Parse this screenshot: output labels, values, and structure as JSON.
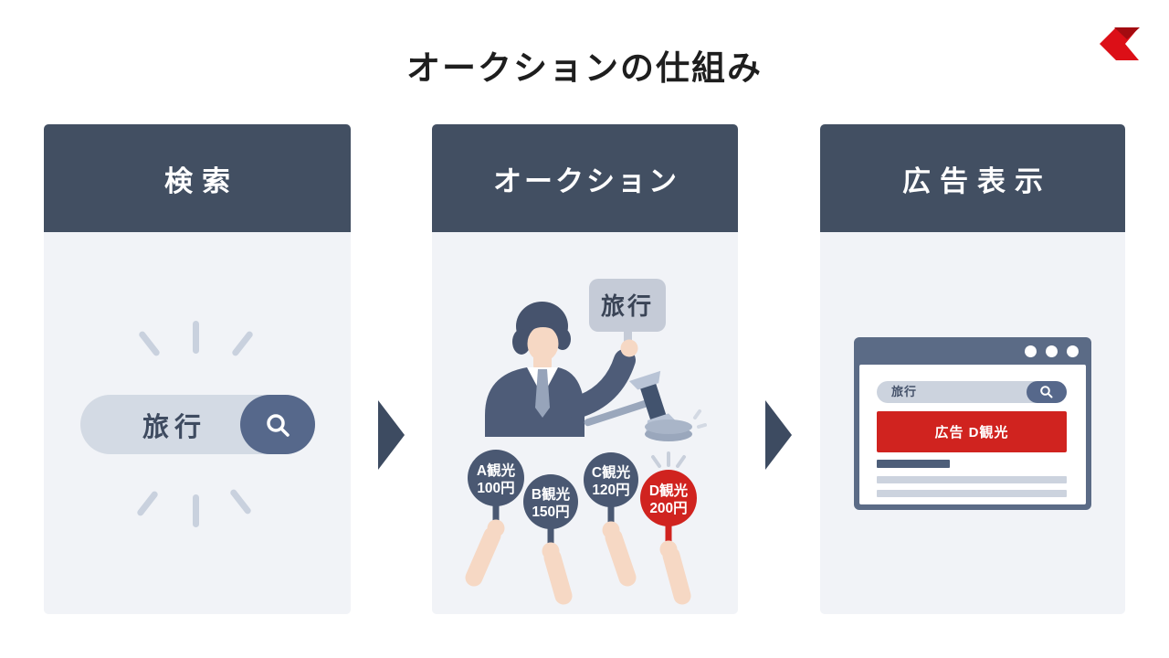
{
  "page": {
    "title": "オークションの仕組み"
  },
  "logo": {
    "name": "brand-mark",
    "color": "#dc0f17",
    "color_dark": "#a30b10"
  },
  "colors": {
    "header_slate": "#424f62",
    "panel_bg": "#f1f3f7",
    "arrow_navy": "#3d4b61",
    "pill_light": "#d3dae4",
    "pill_button": "#56688b",
    "accent_red": "#d0231f",
    "paddle_slate": "#4a5872",
    "skin": "#f6d8c4",
    "suit": "#4e5c78",
    "hair": "#46536d",
    "sign_gray": "#c5cbd7",
    "browser_frame": "#5b6b86",
    "text_line_gray": "#ccd3de",
    "text_line_dark": "#4d5e79"
  },
  "panels": {
    "search": {
      "header": "検索",
      "query": "旅行"
    },
    "auction": {
      "header": "オークション",
      "sign_label": "旅行",
      "paddles": [
        {
          "bidder": "A観光",
          "price": "100円",
          "color": "#4a5872",
          "winner": false
        },
        {
          "bidder": "B観光",
          "price": "150円",
          "color": "#4a5872",
          "winner": false
        },
        {
          "bidder": "C観光",
          "price": "120円",
          "color": "#4a5872",
          "winner": false
        },
        {
          "bidder": "D観光",
          "price": "200円",
          "color": "#d0231f",
          "winner": true
        }
      ]
    },
    "ad": {
      "header": "広告表示",
      "browser": {
        "query": "旅行",
        "ad_label": "広告 D観光"
      }
    }
  }
}
